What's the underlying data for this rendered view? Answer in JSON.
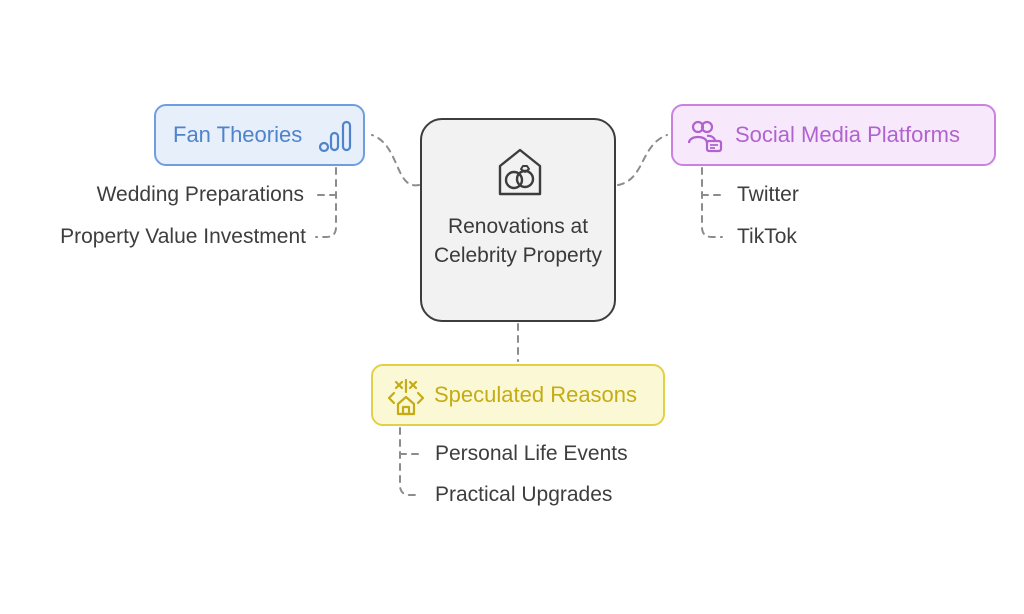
{
  "center": {
    "label": "Renovations at Celebrity Property",
    "icon": "house-rings-icon",
    "fill": "#f2f2f2",
    "stroke": "#3d3d3d"
  },
  "branches": {
    "fan_theories": {
      "label": "Fan Theories",
      "icon": "bar-chart-icon",
      "color": "#4f83cc",
      "items": [
        "Wedding Preparations",
        "Property Value Investment"
      ]
    },
    "social_media": {
      "label": "Social Media Platforms",
      "icon": "users-chat-icon",
      "color": "#b063d0",
      "items": [
        "Twitter",
        "TikTok"
      ]
    },
    "speculated_reasons": {
      "label": "Speculated Reasons",
      "icon": "house-arrows-icon",
      "color": "#c5ac14",
      "items": [
        "Personal Life Events",
        "Practical Upgrades"
      ]
    }
  },
  "connector_color": "#8c8c8c"
}
